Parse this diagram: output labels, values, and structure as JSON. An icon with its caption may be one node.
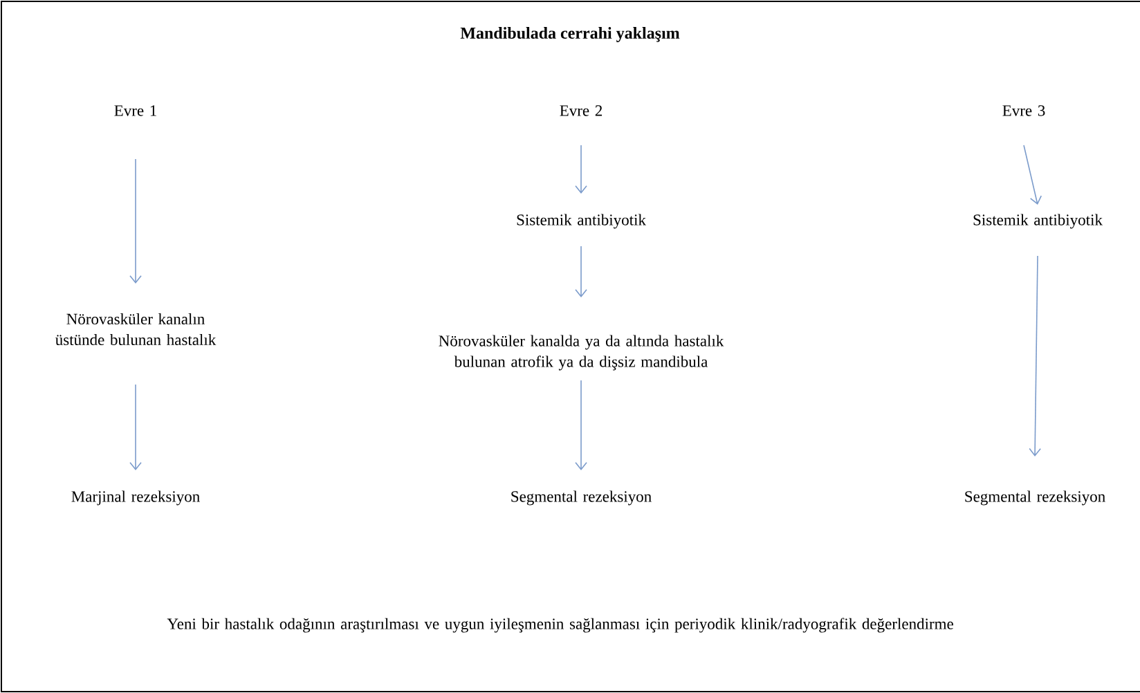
{
  "diagram": {
    "title": "Mandibulada cerrahi yaklaşım",
    "nodes": [
      {
        "text": [
          "Evre 1"
        ]
      },
      {
        "text": [
          "Nörovasküler kanalın üstünde bulunan hastalık"
        ]
      },
      {
        "text": [
          "Marjinal rezeksiyon"
        ]
      },
      {
        "text": [
          "Evre 2"
        ]
      },
      {
        "text": [
          "Sistemik antibiyotik"
        ]
      },
      {
        "text": [
          "Nörovasküler kanalda ya da altında hastalık bulunan atrofik ya da dişsiz mandibula"
        ]
      },
      {
        "text": [
          "Segmental rezeksiyon"
        ]
      },
      {
        "text": [
          "Evre 3"
        ]
      },
      {
        "text": [
          "Sistemik antibiyotik"
        ]
      },
      {
        "text": [
          "Segmental rezeksiyon"
        ]
      }
    ],
    "edges": [
      {
        "from": 0,
        "to": 1,
        "arrow": "to"
      },
      {
        "from": 1,
        "to": 2,
        "arrow": "to"
      },
      {
        "from": 3,
        "to": 4,
        "arrow": "to"
      },
      {
        "from": 4,
        "to": 5,
        "arrow": "to"
      },
      {
        "from": 5,
        "to": 6,
        "arrow": "to"
      },
      {
        "from": 7,
        "to": 8,
        "arrow": "to"
      },
      {
        "from": 8,
        "to": 9,
        "arrow": "to"
      }
    ],
    "labels": [
      "Yeni bir hastalık odağının araştırılması ve uygun iyileşmenin sağlanması için periyodik klinik/radyografik değerlendirme"
    ]
  }
}
